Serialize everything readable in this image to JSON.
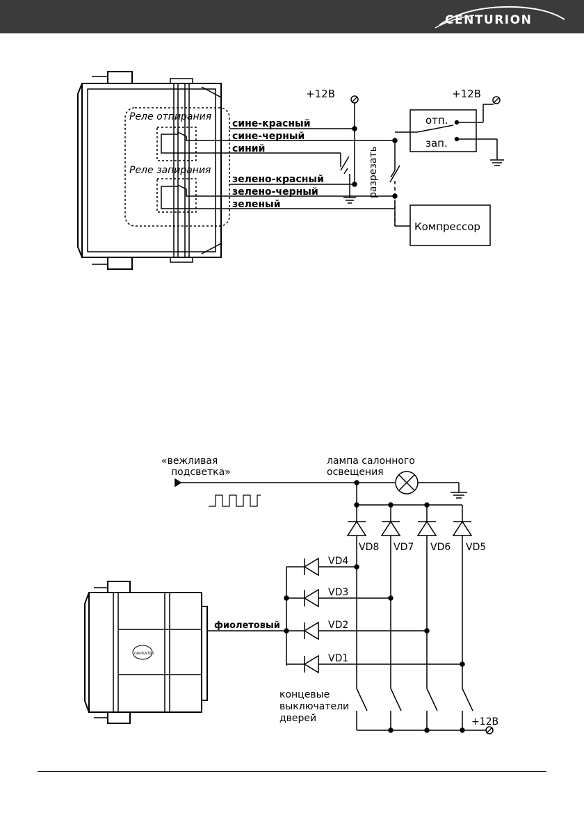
{
  "header": {
    "logo_text": "CENTURION"
  },
  "diagram1": {
    "plus12_left": "+12В",
    "plus12_right": "+12В",
    "relay_unlock": "Реле отпирания",
    "relay_lock": "Реле запирания",
    "wire1": "сине-красный",
    "wire2": "сине-черный",
    "wire3": "синий",
    "wire4": "зелено-красный",
    "wire5": "зелено-черный",
    "wire6": "зеленый",
    "cut": "разрезать",
    "unlock_pos": "отп.",
    "lock_pos": "зап.",
    "compressor": "Компрессор"
  },
  "diagram2": {
    "courtesy_line1": "«вежливая",
    "courtesy_line2": "подсветка»",
    "lamp_line1": "лампа салонного",
    "lamp_line2": "освещения",
    "vd8": "VD8",
    "vd7": "VD7",
    "vd6": "VD6",
    "vd5": "VD5",
    "vd4": "VD4",
    "vd3": "VD3",
    "vd2": "VD2",
    "vd1": "VD1",
    "wire_violet": "фиолетовый",
    "switches_line1": "концевые",
    "switches_line2": "выключатели",
    "switches_line3": "дверей",
    "plus12": "+12В",
    "unit_logo": "centurion"
  }
}
